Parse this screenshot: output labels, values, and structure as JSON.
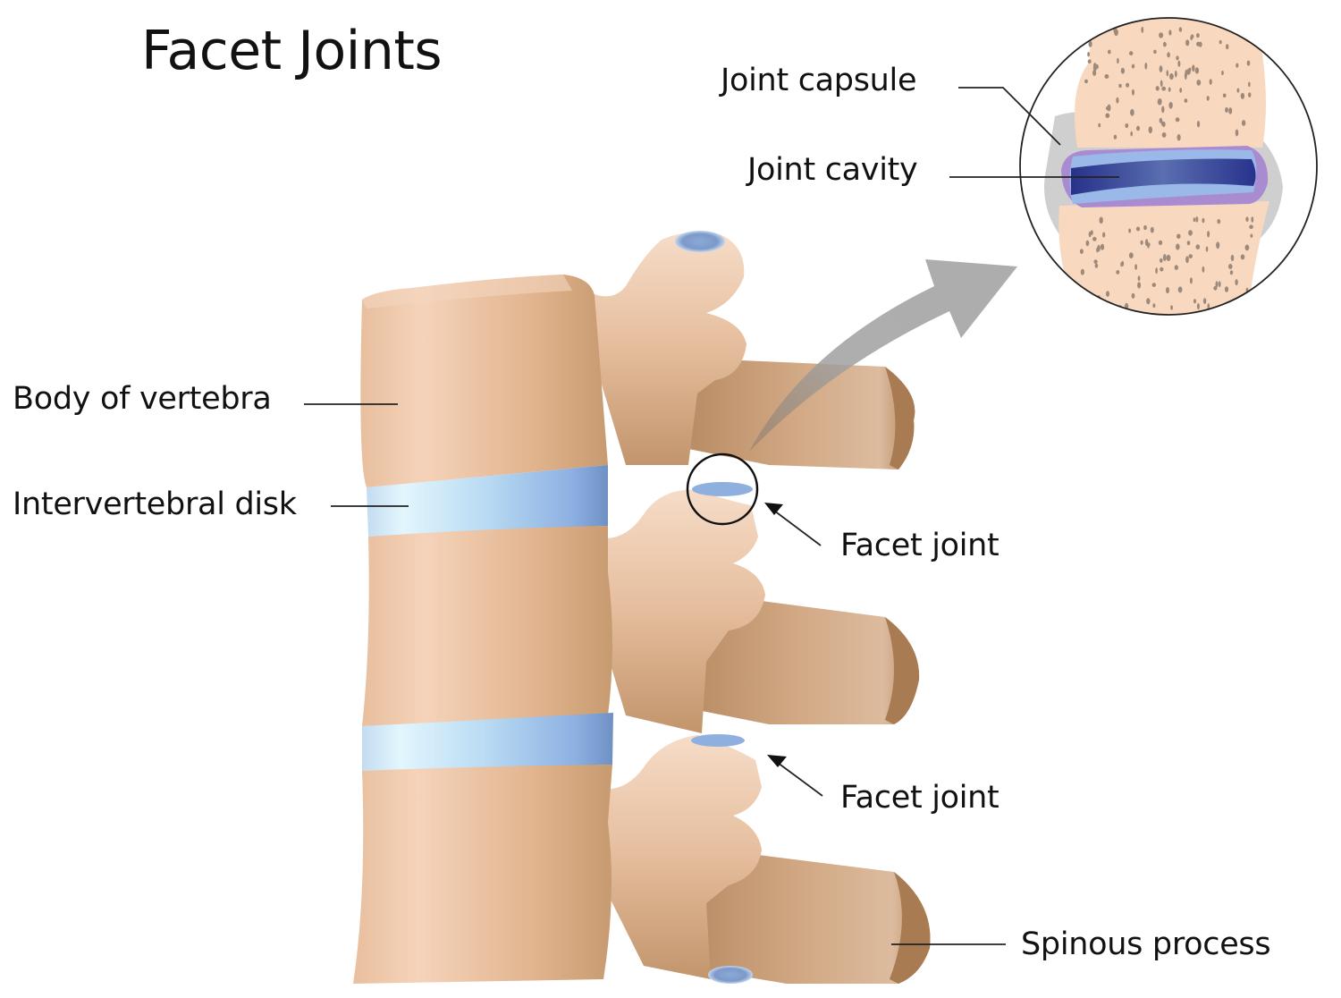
{
  "title": "Facet Joints",
  "labels": {
    "joint_capsule": "Joint capsule",
    "joint_cavity": "Joint cavity",
    "body_of_vertebra": "Body of vertebra",
    "intervertebral_disk": "Intervertebral disk",
    "facet_joint_upper": "Facet joint",
    "facet_joint_lower": "Facet joint",
    "spinous_process": "Spinous process"
  },
  "colors": {
    "bone": "#e3b896",
    "bone_light": "#f6d6bf",
    "bone_dark": "#b98b62",
    "disk": "#a9cdee",
    "disk_light": "#e2f5fd",
    "disk_dark": "#7e9fd0",
    "cavity": "#3c4aa4",
    "cartilage": "#9ab8e8",
    "capsule_synovium": "#a98bd1",
    "capsule": "#cfcfcf",
    "inset_bone": "#f9d8c0",
    "pores": "#9e8a7a",
    "arrow_gray": "#a8a8a8",
    "text": "#111111"
  }
}
